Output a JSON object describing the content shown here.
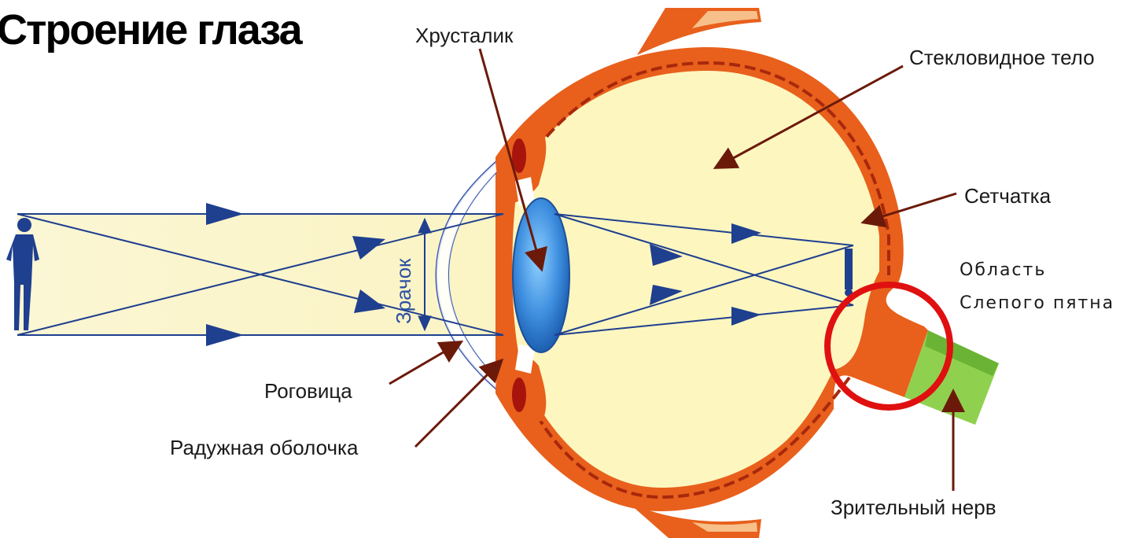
{
  "title": "Строение глаза",
  "labels": {
    "lens": "Хрусталик",
    "vitreous": "Стекловидное тело",
    "retina": "Сетчатка",
    "blind_spot_line1": "Область",
    "blind_spot_line2": "Слепого пятна",
    "pupil": "Зрачок",
    "cornea": "Роговица",
    "iris": "Радужная оболочка",
    "optic_nerve": "Зрительный нерв"
  },
  "colors": {
    "sclera": "#e8601c",
    "sclera_dark": "#c23b12",
    "vitreous": "#fdf6bf",
    "lens": "#3f8fe0",
    "ray": "#1f3f8f",
    "highlight_circle": "#e01010",
    "optic_nerve": "#8fd14f"
  }
}
